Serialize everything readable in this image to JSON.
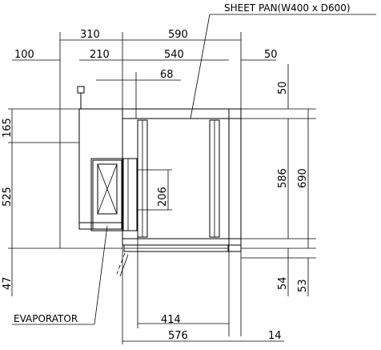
{
  "labels": {
    "sheet_pan": "SHEET PAN(W400 x D600)",
    "evaporator": "EVAPORATOR"
  },
  "dimensions": {
    "d310": "310",
    "d590": "590",
    "d100": "100",
    "d210": "210",
    "d540": "540",
    "d50_top": "50",
    "d68": "68",
    "d50_right": "50",
    "d165": "165",
    "d525": "525",
    "d47": "47",
    "d206": "206",
    "d586": "586",
    "d690": "690",
    "d54": "54",
    "d53": "53",
    "d414": "414",
    "d576": "576",
    "d14": "14"
  }
}
